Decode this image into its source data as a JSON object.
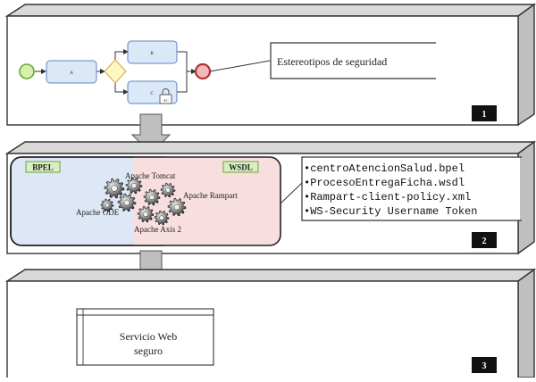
{
  "layer1": {
    "badge": "1",
    "tasks": {
      "a": "A",
      "b": "B",
      "c": "C"
    },
    "lock_label": "AC",
    "annotation": "Estereotipos de seguridad"
  },
  "layer2": {
    "badge": "2",
    "bpel_label": "BPEL",
    "wsdl_label": "WSDL",
    "components": {
      "tomcat": "Apache Tomcat",
      "rampart": "Apache Rampart",
      "ode": "Apache ODE",
      "axis": "Apache Axis 2"
    },
    "files": [
      "•centroAtencionSalud.bpel",
      "•ProcesoEntregaFicha.wsdl",
      "•Rampart-client-policy.xml",
      "•WS-Security Username Token"
    ]
  },
  "layer3": {
    "badge": "3",
    "service_line1": "Servicio Web",
    "service_line2": "seguro"
  },
  "colors": {
    "panel_front": "#ffffff",
    "panel_top": "#d9d9d9",
    "panel_side": "#bfbfbf",
    "task_fill": "#dbe8f8",
    "task_stroke": "#5b86c4",
    "start_fill": "#d8f0a8",
    "start_stroke": "#6aa53a",
    "end_fill": "#f4b8b8",
    "end_stroke": "#b0303a",
    "gateway_fill": "#fff7c0",
    "gateway_stroke": "#c7a84a",
    "bpel_fill": "#dde7f5",
    "wsdl_fill": "#f8dede",
    "label_fill": "#d8efc0",
    "arrow_fill": "#bfbfbf",
    "badge_fill": "#111111"
  }
}
